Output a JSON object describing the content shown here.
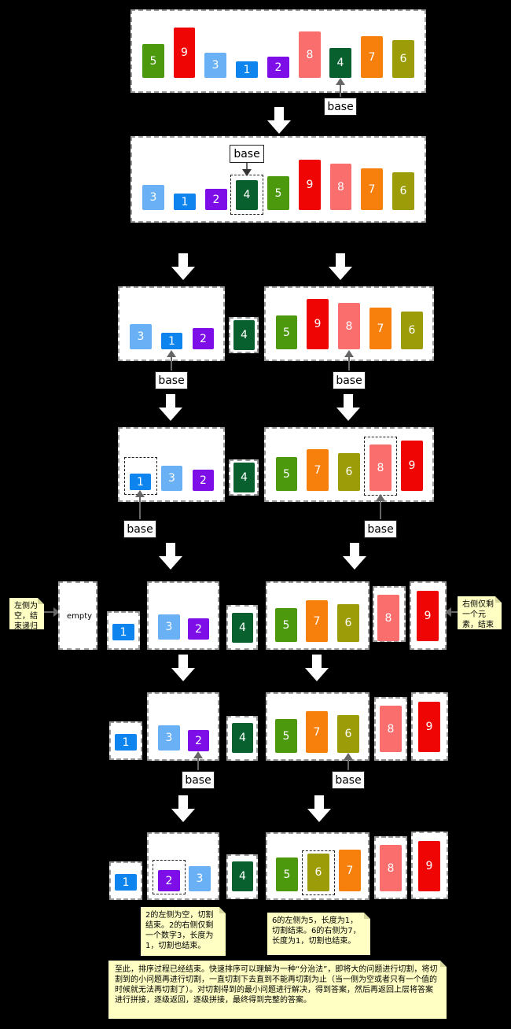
{
  "labels": {
    "base": "base",
    "empty": "empty"
  },
  "values": {
    "v1": "1",
    "v2": "2",
    "v3": "3",
    "v4": "4",
    "v5": "5",
    "v6": "6",
    "v7": "7",
    "v8": "8",
    "v9": "9"
  },
  "colors": {
    "c1": "#0d84ee",
    "c2": "#7d0ee8",
    "c3": "#6ab0f4",
    "c4": "#07602d",
    "c5": "#4c990e",
    "c6": "#9c9c08",
    "c7": "#f77f0c",
    "c8": "#fa6e6e",
    "c9": "#f00505"
  },
  "notes": {
    "left_empty": "左侧为空，结束递归",
    "right_single": "右侧仅剩一个元素，结束递归",
    "left_done": "2的左侧为空，切割结束。2的右侧仅剩一个数字3，长度为1，切割也结束。",
    "right_done": "6的左侧为5，长度为1，切割结束。6的右侧为7，长度为1，切割也结束。",
    "summary": "至此，排序过程已经结束。快速排序可以理解为一种“分治法”，即将大的问题进行切割，将切割到的小问题再进行切割，一直切割下去直到不能再切割为止（当一侧为空或者只有一个值的时候就无法再切割了）。对切割得到的最小问题进行解决，得到答案，然后再返回上层将答案进行拼接，逐级返回，逐级拼接，最终得到完整的答案。"
  }
}
